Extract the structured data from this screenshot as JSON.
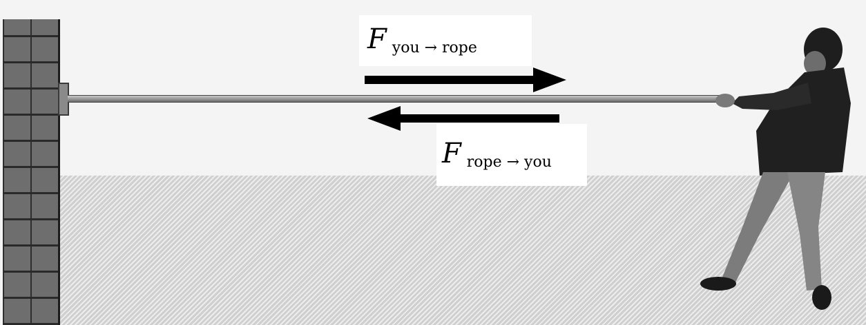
{
  "labels": {
    "force_you_on_rope": {
      "symbol": "F",
      "subscript": "you → rope"
    },
    "force_rope_on_you": {
      "symbol": "F",
      "subscript": "rope → you"
    }
  },
  "arrows": [
    {
      "name": "force-you-on-rope-arrow",
      "direction": "right",
      "color": "#000000"
    },
    {
      "name": "force-rope-on-you-arrow",
      "direction": "left",
      "color": "#000000"
    }
  ],
  "colors": {
    "wall": "#6e6e6e",
    "ground": "#d7d7d7",
    "arrow": "#000000"
  }
}
